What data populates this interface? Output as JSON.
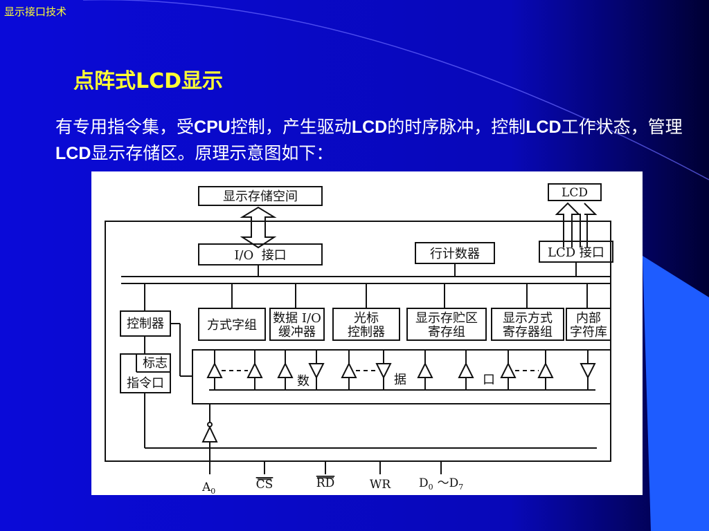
{
  "header": {
    "title": "显示接口技术"
  },
  "slide": {
    "title": "点阵式LCD显示",
    "intro": {
      "p1": "有专用指令集，受",
      "cpu": "CPU",
      "p2": "控制，产生驱动",
      "lcd1": "LCD",
      "p3": "的时序脉冲，控制",
      "lcd2": "LCD",
      "p4": "工作状态，管理",
      "lcd3": "LCD",
      "p5": "显示存储区。原理示意图如下："
    }
  },
  "diagram": {
    "display_memory": "显示存储空间",
    "lcd": "LCD",
    "io_interface": "I/O  接口",
    "row_counter": "行计数器",
    "lcd_interface": "LCD 接口",
    "controller": "控制器",
    "mode_group": "方式字组",
    "data_io_buffer": [
      "数据 I/O",
      "缓冲器"
    ],
    "cursor_controller": [
      "光标",
      "控制器"
    ],
    "display_storage_reg": [
      "显示存贮区",
      "寄存组"
    ],
    "display_mode_reg": [
      "显示方式",
      "寄存器组"
    ],
    "internal_char_lib": [
      "内部",
      "字符库"
    ],
    "flag_cmd_port": [
      "标志",
      "指令口"
    ],
    "bus_labels": [
      "数",
      "据",
      "口"
    ],
    "pins": [
      "A",
      "CS",
      "RD",
      "WR",
      "D"
    ],
    "pin_subscripts": {
      "a0": "0",
      "d_start": "0",
      "d_end": "7"
    },
    "pin_range_sep": "～"
  },
  "colors": {
    "title_yellow": "#ffff33",
    "slide_blue": "#0a0ad8",
    "dark_navy": "#000033",
    "tri_blue": "#1e5cff"
  }
}
